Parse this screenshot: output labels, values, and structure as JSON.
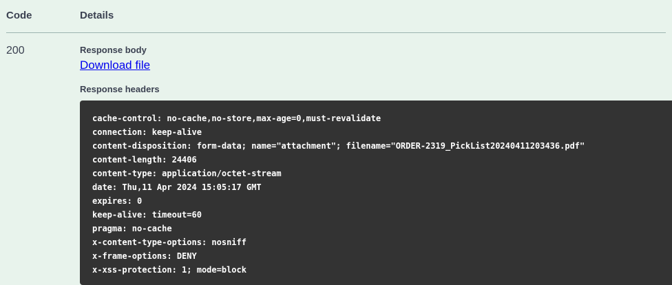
{
  "table": {
    "columns": {
      "code": "Code",
      "details": "Details"
    }
  },
  "response": {
    "status_code": "200",
    "response_body_label": "Response body",
    "download_link": "Download file",
    "response_headers_label": "Response headers",
    "headers": [
      {
        "key": "cache-control:",
        "value": " no-cache,no-store,max-age=0,must-revalidate"
      },
      {
        "key": "connection:",
        "value": " keep-alive"
      },
      {
        "key": "content-disposition:",
        "value": " form-data; name=\"attachment\"; filename=\"ORDER-2319_PickList20240411203436.pdf\""
      },
      {
        "key": "content-length:",
        "value": " 24406"
      },
      {
        "key": "content-type:",
        "value": " application/octet-stream"
      },
      {
        "key": "date:",
        "value": " Thu,11 Apr 2024 15:05:17 GMT"
      },
      {
        "key": "expires:",
        "value": " 0"
      },
      {
        "key": "keep-alive:",
        "value": " timeout=60"
      },
      {
        "key": "pragma:",
        "value": " no-cache"
      },
      {
        "key": "x-content-type-options:",
        "value": " nosniff"
      },
      {
        "key": "x-frame-options:",
        "value": " DENY"
      },
      {
        "key": "x-xss-protection:",
        "value": " 1; mode=block"
      }
    ]
  },
  "colors": {
    "page_background": "#e8f3ec",
    "text": "#3b4151",
    "divider": "#9cb4b0",
    "code_block_background": "#333333",
    "code_block_text": "#ffffff",
    "link": "#0000ee"
  }
}
